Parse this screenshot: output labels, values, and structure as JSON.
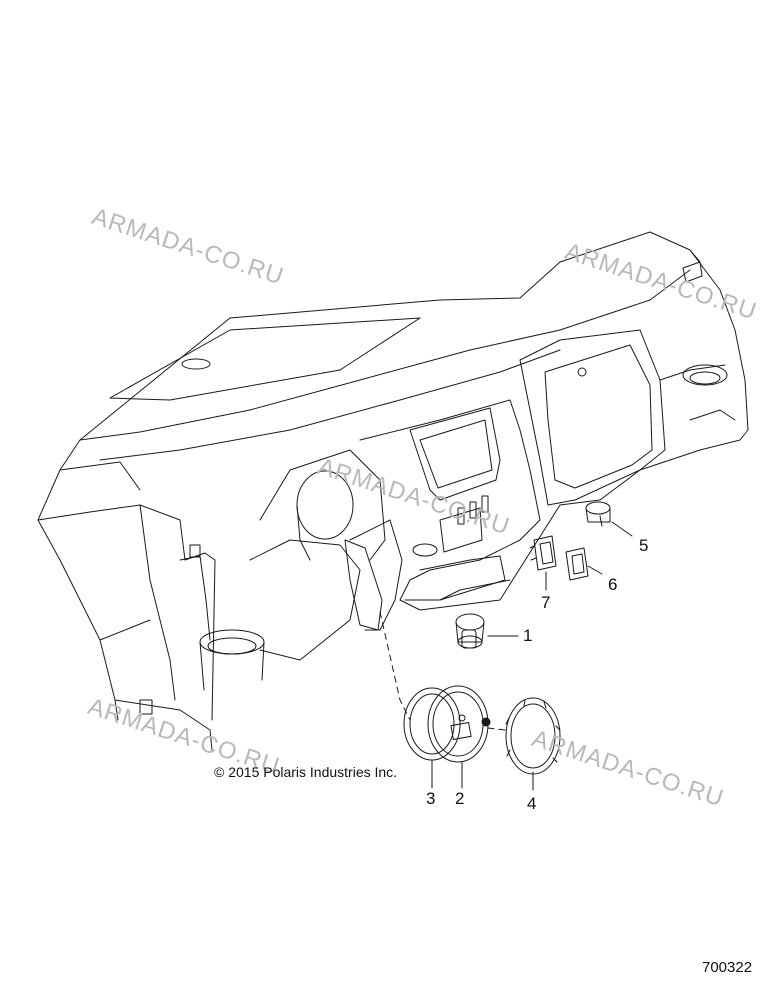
{
  "watermark_text": "ARMADA-CO.RU",
  "copyright": "© 2015 Polaris Industries Inc.",
  "document_number": "700322",
  "callouts": [
    "1",
    "2",
    "3",
    "4",
    "5",
    "6",
    "7"
  ],
  "colors": {
    "line": "#1a1a1a",
    "watermark": "#b9b9b9",
    "background": "#ffffff"
  }
}
